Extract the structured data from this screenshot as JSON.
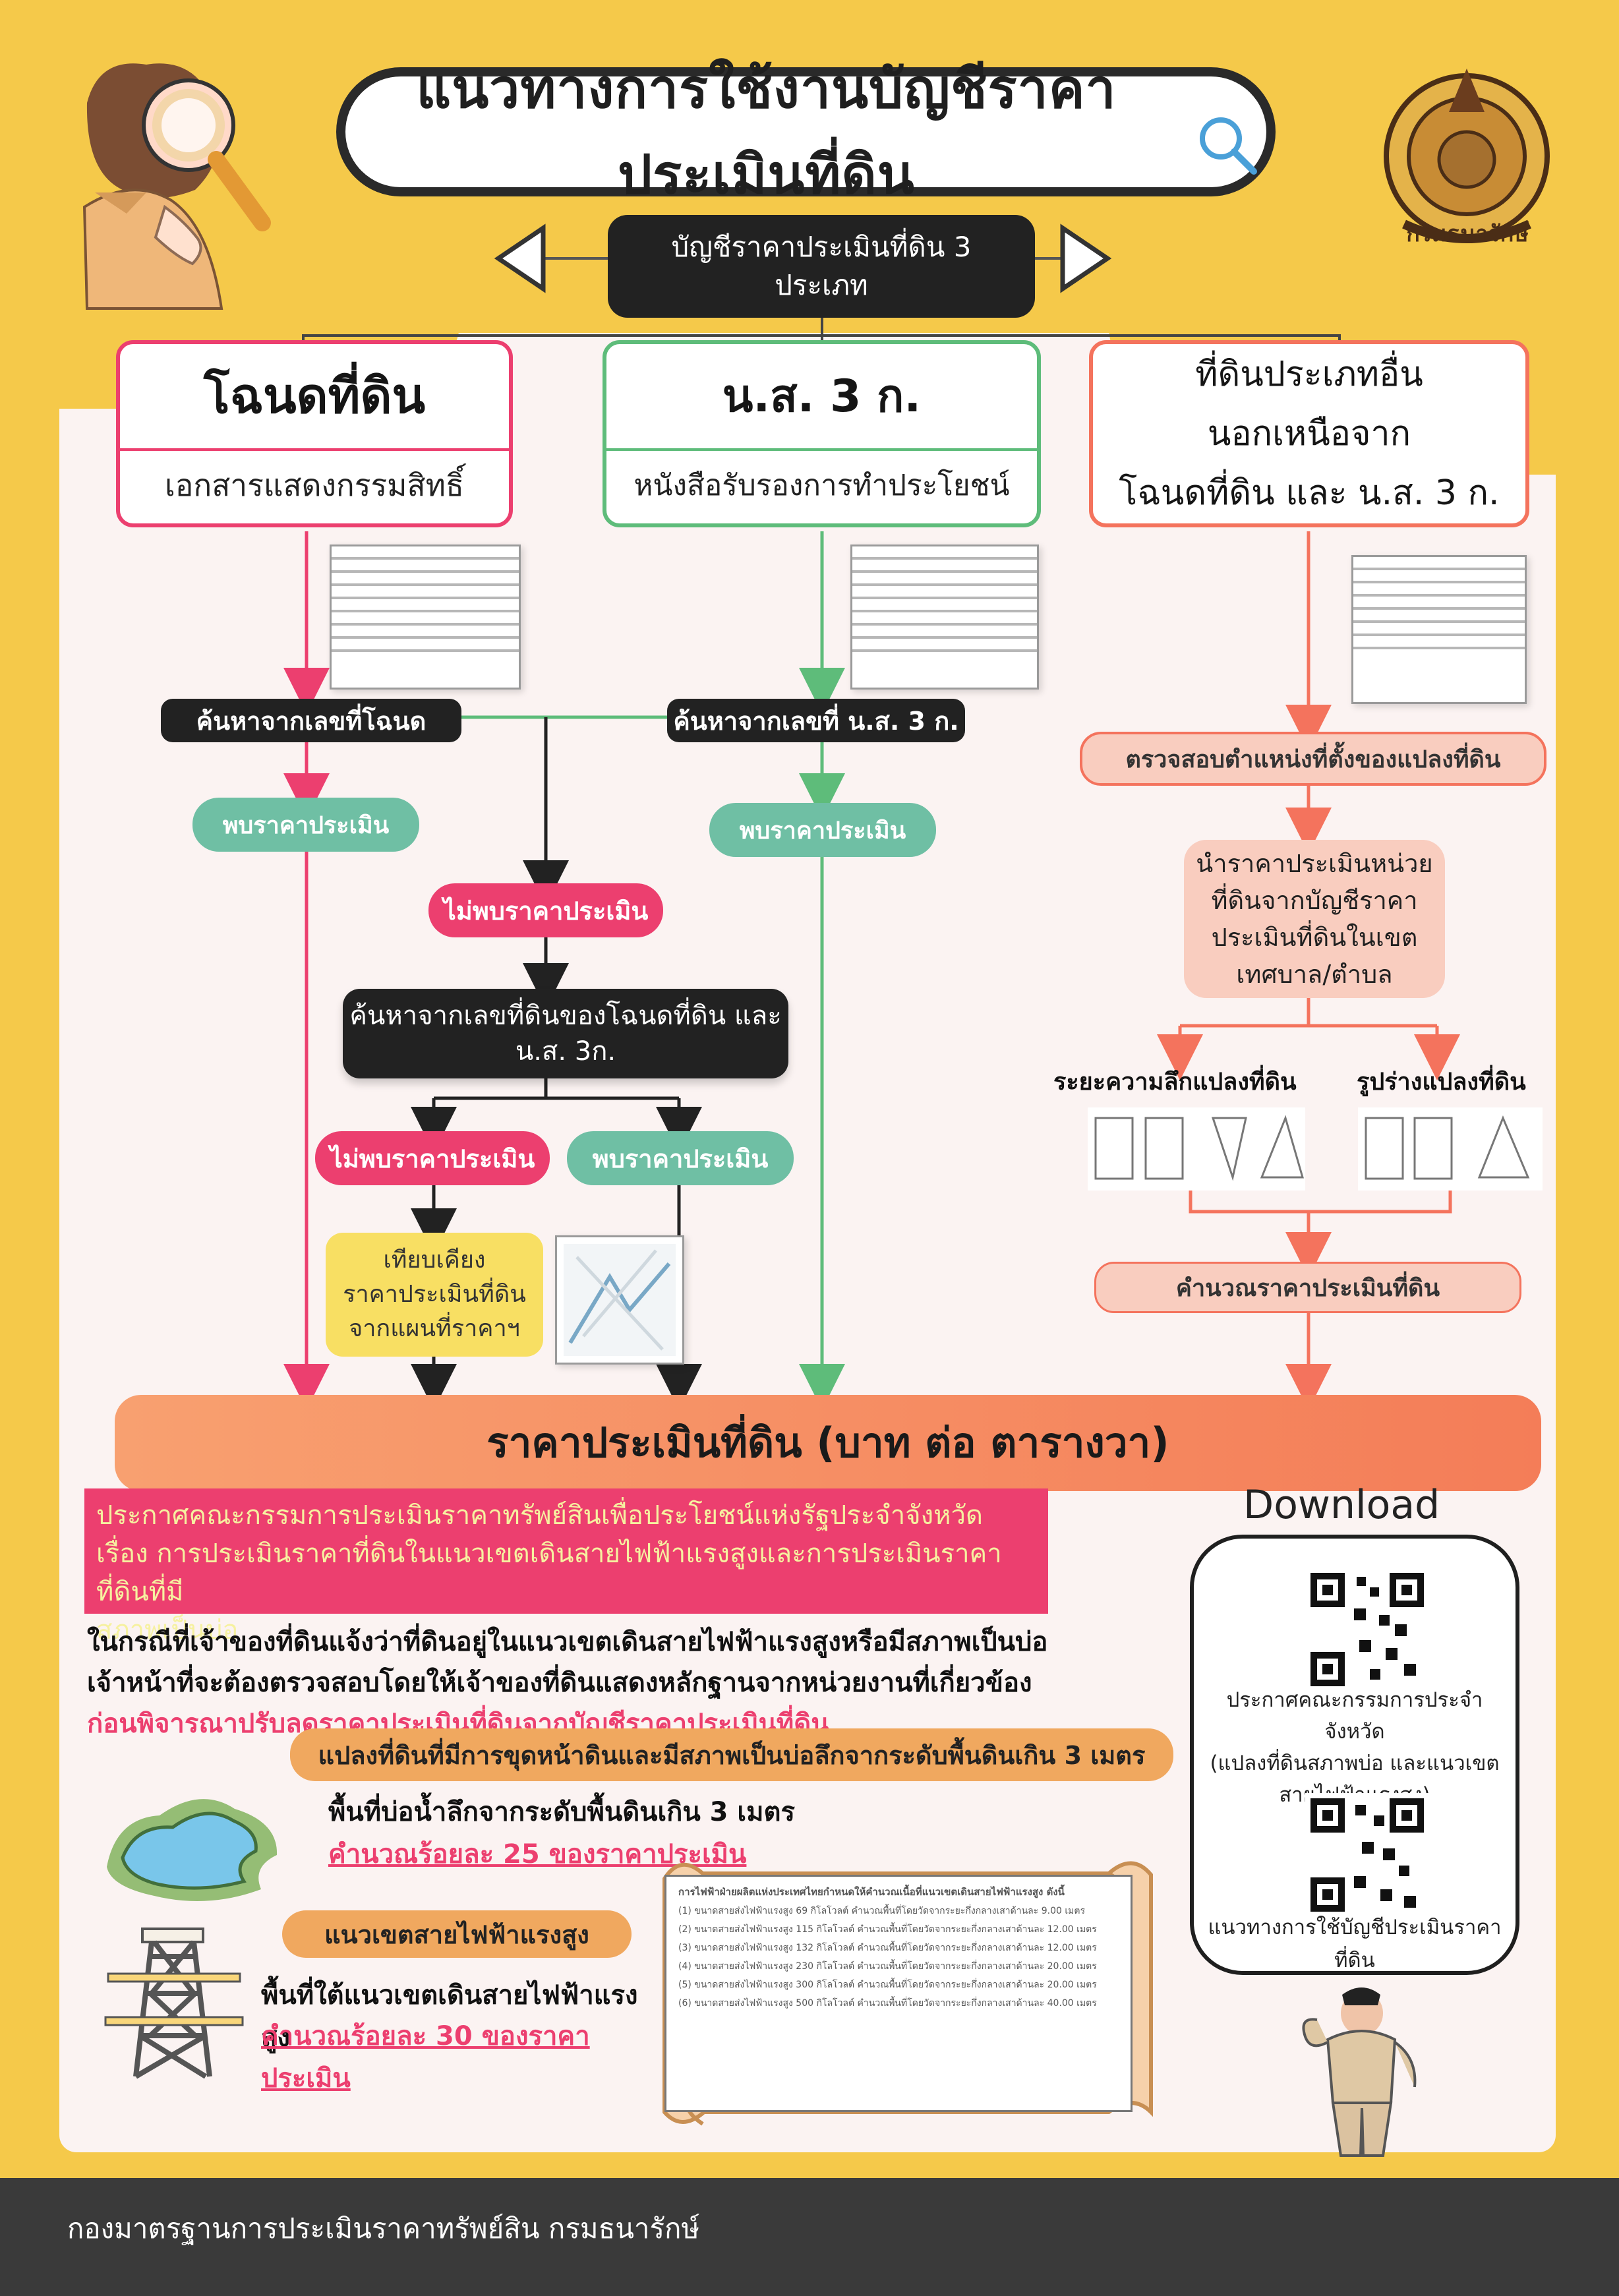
{
  "title": "แนวทางการใช้งานบัญชีราคาประเมินที่ดิน",
  "logo_text": "กรมธนารักษ์",
  "root_box": {
    "line1": "บัญชีราคาประเมินที่ดิน 3",
    "line2": "ประเภท"
  },
  "categories": [
    {
      "title": "โฉนดที่ดิน",
      "subtitle": "เอกสารแสดงกรรมสิทธิ์",
      "color": "#ec3f6f"
    },
    {
      "title": "น.ส. 3 ก.",
      "subtitle": "หนังสือรับรองการทำประโยชน์",
      "color": "#5ebc7a"
    },
    {
      "title_line1": "ที่ดินประเภทอื่น",
      "title_line2": "นอกเหนือจาก",
      "title_line3": "โฉนดที่ดิน และ น.ส. 3 ก.",
      "color": "#f4735d"
    }
  ],
  "flow": {
    "search_deed": "ค้นหาจากเลขที่โฉนด",
    "search_ns3": "ค้นหาจากเลขที่ น.ส. 3 ก.",
    "found_price": "พบราคาประเมิน",
    "not_found_price": "ไม่พบราคาประเมิน",
    "search_land_no_line1": "ค้นหาจากเลขที่ดินของโฉนดที่ดิน และ",
    "search_land_no_line2": "น.ส. 3ก.",
    "not_found_price2": "ไม่พบราคาประเมิน",
    "found_price2": "พบราคาประเมิน",
    "compare_line1": "เทียบเคียง",
    "compare_line2": "ราคาประเมินที่ดิน",
    "compare_line3": "จากแผนที่ราคาฯ",
    "check_location": "ตรวจสอบตำแหน่งที่ตั้งของแปลงที่ดิน",
    "apply_unit_line1": "นำราคาประเมินหน่วย",
    "apply_unit_line2": "ที่ดินจากบัญชีราคา",
    "apply_unit_line3": "ประเมินที่ดินในเขต",
    "apply_unit_line4": "เทศบาล/ตำบล",
    "depth": "ระยะความลึกแปลงที่ดิน",
    "shape": "รูปร่างแปลงที่ดิน",
    "calc": "คำนวณราคาประเมินที่ดิน",
    "result": "ราคาประเมินที่ดิน (บาท ต่อ ตารางวา)"
  },
  "announcement": {
    "line1": "ประกาศคณะกรรมการประเมินราคาทรัพย์สินเพื่อประโยชน์แห่งรัฐประจำจังหวัด",
    "line2": "เรื่อง การประเมินราคาที่ดินในแนวเขตเดินสายไฟฟ้าแรงสูงและการประเมินราคาที่ดินที่มี",
    "line3": "สภาพเป็นบ่อ"
  },
  "body": {
    "line1": "ในกรณีที่เจ้าของที่ดินแจ้งว่าที่ดินอยู่ในแนวเขตเดินสายไฟฟ้าแรงสูงหรือมีสภาพเป็นบ่อ",
    "line2": "เจ้าหน้าที่จะต้องตรวจสอบโดยให้เจ้าของที่ดินแสดงหลักฐานจากหน่วยงานที่เกี่ยวข้อง",
    "line3": "ก่อนพิจารณาปรับลดราคาประเมินที่ดินจากบัญชีราคาประเมินที่ดิน"
  },
  "pond": {
    "label": "แปลงที่ดินที่มีการขุดหน้าดินและมีสภาพเป็นบ่อลึกจากระดับพื้นดินเกิน 3 เมตร",
    "desc": "พื้นที่บ่อน้ำลึกจากระดับพื้นดินเกิน 3 เมตร",
    "calc": "คำนวณร้อยละ 25 ของราคาประเมิน"
  },
  "power": {
    "label": "แนวเขตสายไฟฟ้าแรงสูง",
    "desc": "พื้นที่ใต้แนวเขตเดินสายไฟฟ้าแรงสูง",
    "calc": "คำนวณร้อยละ 30 ของราคาประเมิน"
  },
  "scroll": {
    "title": "การไฟฟ้าฝ่ายผลิตแห่งประเทศไทยกำหนดให้คำนวณเนื้อที่แนวเขตเดินสายไฟฟ้าแรงสูง ดังนี้",
    "items": [
      "(1) ขนาดสายส่งไฟฟ้าแรงสูง 69 กิโลโวลต์ คำนวณพื้นที่โดยวัดจากระยะกึ่งกลางเสาด้านละ 9.00 เมตร",
      "(2) ขนาดสายส่งไฟฟ้าแรงสูง 115 กิโลโวลต์ คำนวณพื้นที่โดยวัดจากระยะกึ่งกลางเสาด้านละ 12.00 เมตร",
      "(3) ขนาดสายส่งไฟฟ้าแรงสูง 132 กิโลโวลต์ คำนวณพื้นที่โดยวัดจากระยะกึ่งกลางเสาด้านละ 12.00 เมตร",
      "(4) ขนาดสายส่งไฟฟ้าแรงสูง 230 กิโลโวลต์ คำนวณพื้นที่โดยวัดจากระยะกึ่งกลางเสาด้านละ 20.00 เมตร",
      "(5) ขนาดสายส่งไฟฟ้าแรงสูง 300 กิโลโวลต์ คำนวณพื้นที่โดยวัดจากระยะกึ่งกลางเสาด้านละ 20.00 เมตร",
      "(6) ขนาดสายส่งไฟฟ้าแรงสูง 500 กิโลโวลต์ คำนวณพื้นที่โดยวัดจากระยะกึ่งกลางเสาด้านละ 40.00 เมตร"
    ]
  },
  "download": {
    "title": "Download",
    "qr1_line1": "ประกาศคณะกรรมการประจำจังหวัด",
    "qr1_line2": "(แปลงที่ดินสภาพบ่อ และแนวเขต",
    "qr1_line3": "สายไฟฟ้าแรงสูง)",
    "qr2": "แนวทางการใช้บัญชีประเมินราคาที่ดิน"
  },
  "footer": "กองมาตรฐานการประเมินราคาทรัพย์สิน   กรมธนารักษ์",
  "colors": {
    "frame": "#f5c94a",
    "pink": "#ec3f6f",
    "green": "#5ebc7a",
    "orange": "#f4735d",
    "teal": "#6fbfa4",
    "dark": "#222222",
    "footer": "#3a3a3a"
  }
}
